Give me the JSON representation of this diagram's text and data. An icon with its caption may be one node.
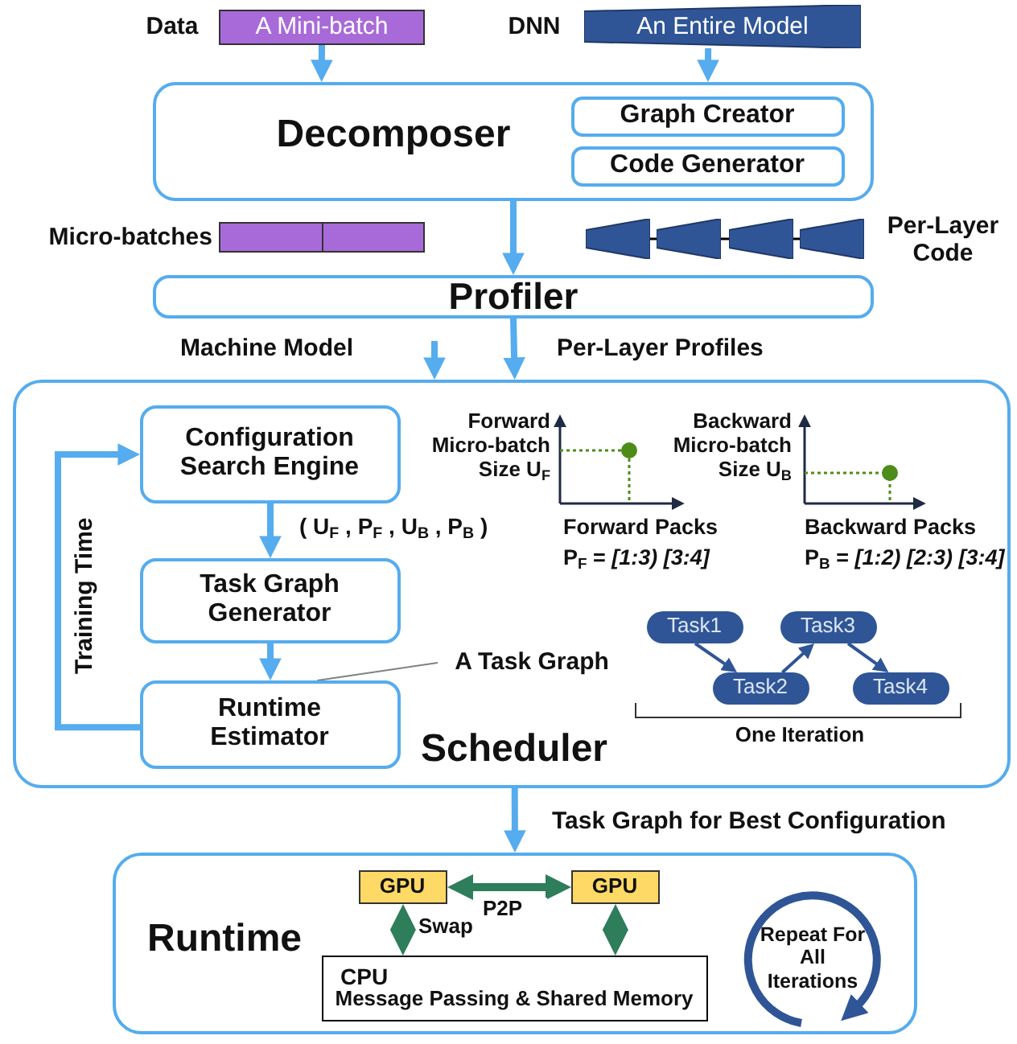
{
  "diagram": {
    "nodes": [
      {
        "text": [
          "A Mini-batch"
        ],
        "beside": [
          "Data"
        ]
      },
      {
        "text": [
          "An Entire Model"
        ],
        "beside": [
          "DNN"
        ]
      },
      {
        "text": [
          "Decomposer"
        ]
      },
      {
        "text": [
          "Graph Creator"
        ],
        "in": 2
      },
      {
        "text": [
          "Code Generator"
        ],
        "in": 2
      },
      {
        "text": [],
        "shape": "bar",
        "beside": [
          "Micro-batches"
        ]
      },
      {
        "text": [],
        "shape": "trapezoid"
      },
      {
        "text": [],
        "shape": "trapezoid"
      },
      {
        "text": [],
        "shape": "trapezoid"
      },
      {
        "text": [],
        "shape": "trapezoid",
        "beside": [
          "Per-Layer Code"
        ]
      },
      {
        "text": [
          "Profiler"
        ]
      },
      {
        "text": [
          "Scheduler"
        ]
      },
      {
        "text": [
          "Configuration Search Engine"
        ],
        "in": 11
      },
      {
        "text": [
          "Task Graph Generator"
        ],
        "in": 11
      },
      {
        "text": [
          "Runtime Estimator"
        ],
        "in": 11
      },
      {
        "text": [
          "A Task Graph"
        ],
        "in": 11
      },
      {
        "text": [
          "Task1"
        ],
        "in": 11
      },
      {
        "text": [
          "Task2"
        ],
        "in": 11
      },
      {
        "text": [
          "Task3"
        ],
        "in": 11
      },
      {
        "text": [
          "Task4"
        ],
        "in": 11
      },
      {
        "text": [
          "Runtime"
        ]
      },
      {
        "text": [
          "GPU"
        ],
        "in": 20
      },
      {
        "text": [
          "GPU"
        ],
        "in": 20
      },
      {
        "text": [
          "CPU",
          "Message Passing & Shared Memory"
        ],
        "in": 20
      }
    ],
    "edges": [
      {
        "from": 0,
        "to": 2,
        "arrow": "to"
      },
      {
        "from": 1,
        "to": 2,
        "arrow": "to"
      },
      {
        "from": 2,
        "to": 10,
        "arrow": "to"
      },
      {
        "from": 6,
        "to": 7,
        "arrow": "none",
        "color": "#000000"
      },
      {
        "from": 7,
        "to": 8,
        "arrow": "none",
        "color": "#000000"
      },
      {
        "from": 8,
        "to": 9,
        "arrow": "none",
        "color": "#000000"
      },
      {
        "from": 10,
        "to": 11,
        "arrow": "to",
        "label": "Per-Layer Profiles"
      },
      {
        "from": null,
        "to": 11,
        "arrow": "to",
        "label": "Machine Model"
      },
      {
        "from": 12,
        "to": 13,
        "arrow": "to",
        "label": "( U$_{F}$ , P$_{F}$ , U$_{B}$ , P$_{B}$ )"
      },
      {
        "from": 13,
        "to": 14,
        "arrow": "to"
      },
      {
        "from": 14,
        "to": 12,
        "arrow": "to",
        "label": "Training Time"
      },
      {
        "from": 15,
        "to": 14,
        "arrow": "none",
        "color": "#808080"
      },
      {
        "from": 16,
        "to": 17,
        "arrow": "to",
        "color": "#2f5597"
      },
      {
        "from": 17,
        "to": 18,
        "arrow": "to",
        "color": "#2f5597"
      },
      {
        "from": 18,
        "to": 19,
        "arrow": "to",
        "color": "#2f5597"
      },
      {
        "from": 11,
        "to": 20,
        "arrow": "to",
        "label": "Task Graph for Best Configuration"
      },
      {
        "from": 21,
        "to": 22,
        "arrow": "both",
        "label": "P2P",
        "color": "#2e7d5b"
      },
      {
        "from": 21,
        "to": 23,
        "arrow": "both",
        "label": "Swap",
        "color": "#2e7d5b"
      },
      {
        "from": 22,
        "to": 23,
        "arrow": "both",
        "color": "#2e7d5b"
      }
    ],
    "labels": [
      "Forward Micro-batch Size U$_{F}$",
      "Backward Micro-batch Size U$_{B}$",
      "Forward Packs",
      "P$_{F}$ = *[1:3) [3:4]*",
      "Backward Packs",
      "P$_{B}$ = *[1:2) [2:3) [3:4]*",
      "One Iteration",
      "Repeat For All Iterations"
    ]
  }
}
